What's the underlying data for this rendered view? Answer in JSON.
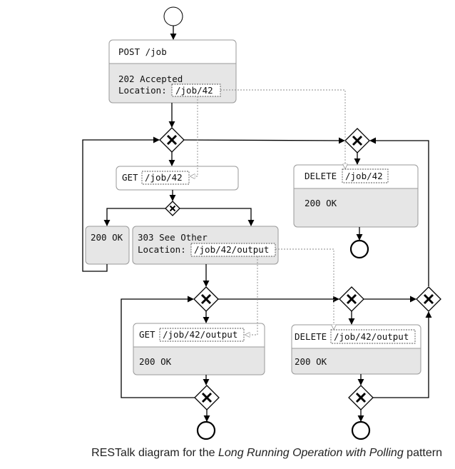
{
  "diagram": {
    "post_job": {
      "method": "POST /job",
      "status": "202 Accepted",
      "location_label": "Location:",
      "location_link": "/job/42"
    },
    "get_job": {
      "method": "GET",
      "path": "/job/42"
    },
    "get_job_ok": {
      "status": "200 OK"
    },
    "get_job_see_other": {
      "status": "303 See Other",
      "location_label": "Location:",
      "location_link": "/job/42/output"
    },
    "delete_job": {
      "method": "DELETE",
      "path": "/job/42",
      "status": "200 OK"
    },
    "get_output": {
      "method": "GET",
      "path": "/job/42/output",
      "status": "200 OK"
    },
    "delete_output": {
      "method": "DELETE",
      "path": "/job/42/output",
      "status": "200 OK"
    }
  },
  "caption": {
    "prefix": "RESTalk diagram for the ",
    "emphasis": "Long Running Operation with Polling",
    "suffix": " pattern"
  },
  "icons": {
    "gateway": "exclusive-gateway-x-icon",
    "start": "start-event-icon",
    "end": "end-event-icon"
  }
}
